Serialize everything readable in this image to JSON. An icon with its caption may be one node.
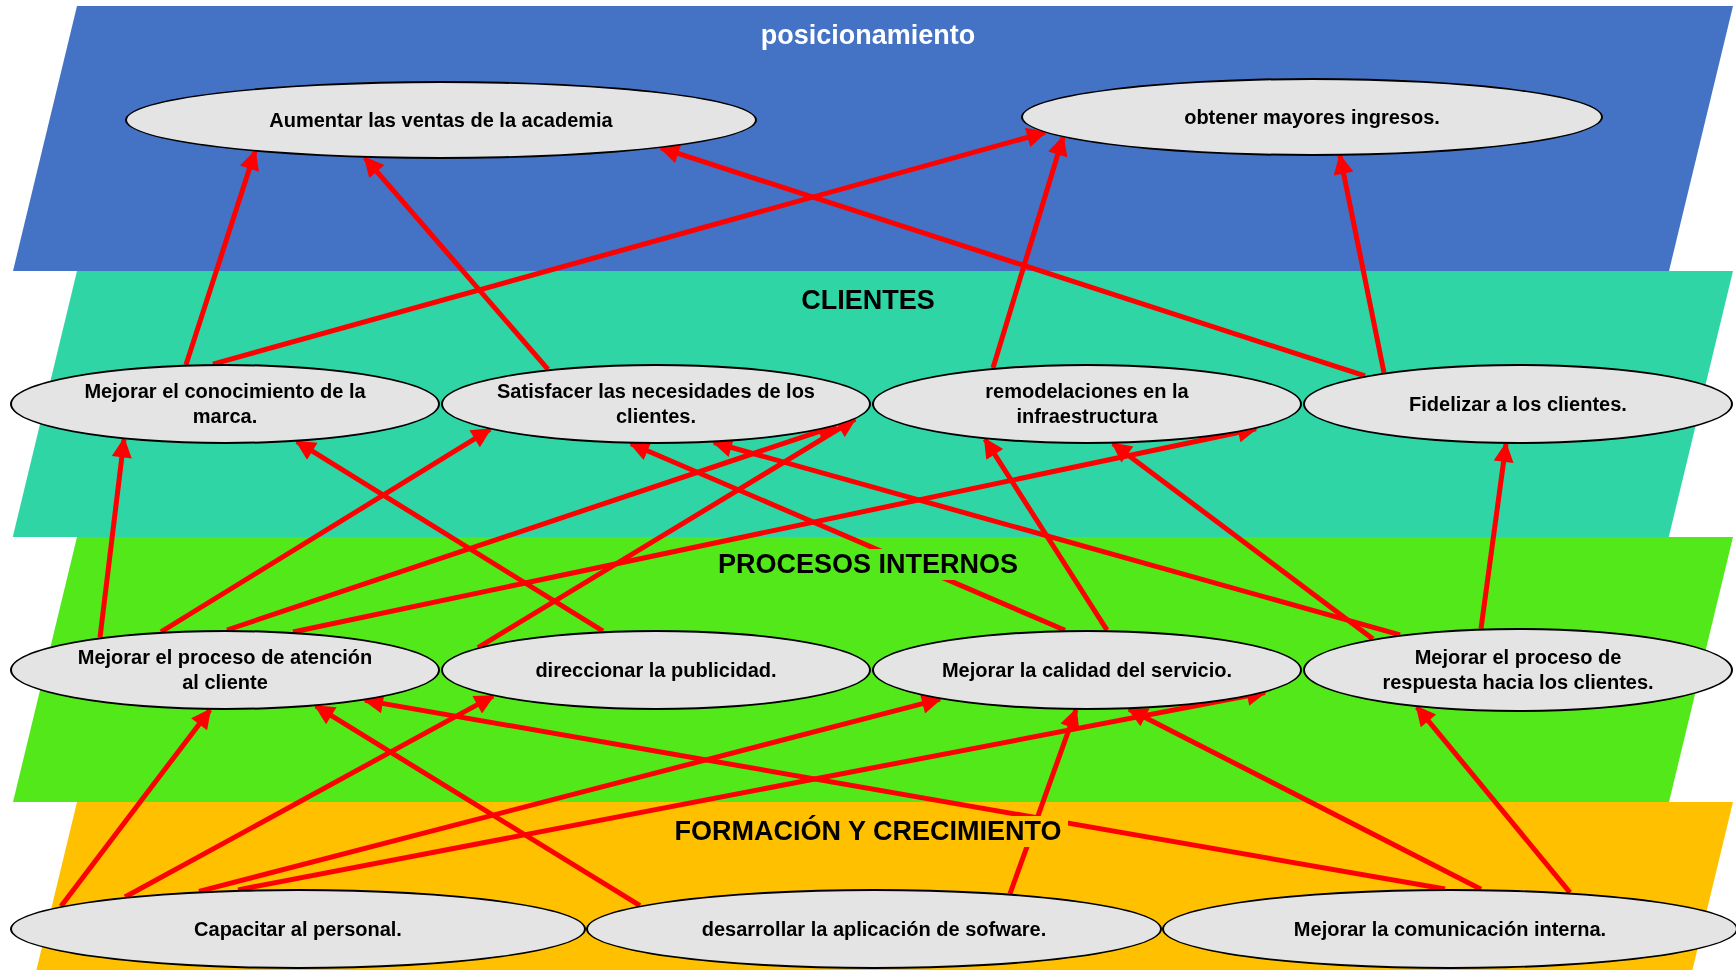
{
  "diagram": {
    "nodes": [
      {
        "text": [
          "posicionamiento"
        ]
      },
      {
        "text": [
          "Aumentar las ventas de la academia"
        ],
        "in": 0
      },
      {
        "text": [
          "obtener mayores ingresos."
        ],
        "in": 0
      },
      {
        "text": [
          "CLIENTES"
        ]
      },
      {
        "text": [
          "Mejorar el conocimiento de la marca."
        ],
        "in": 3
      },
      {
        "text": [
          "Satisfacer las necesidades de los clientes."
        ],
        "in": 3
      },
      {
        "text": [
          "remodelaciones en la infraestructura"
        ],
        "in": 3
      },
      {
        "text": [
          "Fidelizar a los clientes."
        ],
        "in": 3
      },
      {
        "text": [
          "PROCESOS INTERNOS"
        ]
      },
      {
        "text": [
          "Mejorar el proceso de atención al cliente"
        ],
        "in": 8
      },
      {
        "text": [
          "direccionar la publicidad."
        ],
        "in": 8
      },
      {
        "text": [
          "Mejorar la calidad del servicio."
        ],
        "in": 8
      },
      {
        "text": [
          "Mejorar el proceso de respuesta hacia los clientes."
        ],
        "in": 8
      },
      {
        "text": [
          "FORMACIÓN Y CRECIMIENTO"
        ]
      },
      {
        "text": [
          "Capacitar al personal."
        ],
        "in": 13
      },
      {
        "text": [
          "desarrollar la aplicación de sofware."
        ],
        "in": 13
      },
      {
        "text": [
          "Mejorar la comunicación interna."
        ],
        "in": 13
      }
    ],
    "edges": [
      {
        "from": 4,
        "to": 1,
        "arrow": "to"
      },
      {
        "from": 4,
        "to": 2,
        "arrow": "to"
      },
      {
        "from": 5,
        "to": 1,
        "arrow": "to"
      },
      {
        "from": 6,
        "to": 2,
        "arrow": "to"
      },
      {
        "from": 7,
        "to": 1,
        "arrow": "to"
      },
      {
        "from": 7,
        "to": 2,
        "arrow": "to"
      },
      {
        "from": 9,
        "to": 4,
        "arrow": "to"
      },
      {
        "from": 9,
        "to": 5,
        "arrow": "to"
      },
      {
        "from": 9,
        "to": 5,
        "arrow": "to"
      },
      {
        "from": 9,
        "to": 6,
        "arrow": "to"
      },
      {
        "from": 10,
        "to": 5,
        "arrow": "to"
      },
      {
        "from": 10,
        "to": 4,
        "arrow": "to"
      },
      {
        "from": 11,
        "to": 5,
        "arrow": "to"
      },
      {
        "from": 12,
        "to": 5,
        "arrow": "to"
      },
      {
        "from": 11,
        "to": 6,
        "arrow": "to"
      },
      {
        "from": 12,
        "to": 6,
        "arrow": "to"
      },
      {
        "from": 12,
        "to": 7,
        "arrow": "to"
      },
      {
        "from": 14,
        "to": 9,
        "arrow": "to"
      },
      {
        "from": 14,
        "to": 10,
        "arrow": "to"
      },
      {
        "from": 14,
        "to": 11,
        "arrow": "to"
      },
      {
        "from": 14,
        "to": 11,
        "arrow": "to"
      },
      {
        "from": 15,
        "to": 9,
        "arrow": "to"
      },
      {
        "from": 15,
        "to": 11,
        "arrow": "to"
      },
      {
        "from": 16,
        "to": 9,
        "arrow": "to"
      },
      {
        "from": 16,
        "to": 11,
        "arrow": "to"
      },
      {
        "from": 16,
        "to": 12,
        "arrow": "to"
      }
    ]
  }
}
